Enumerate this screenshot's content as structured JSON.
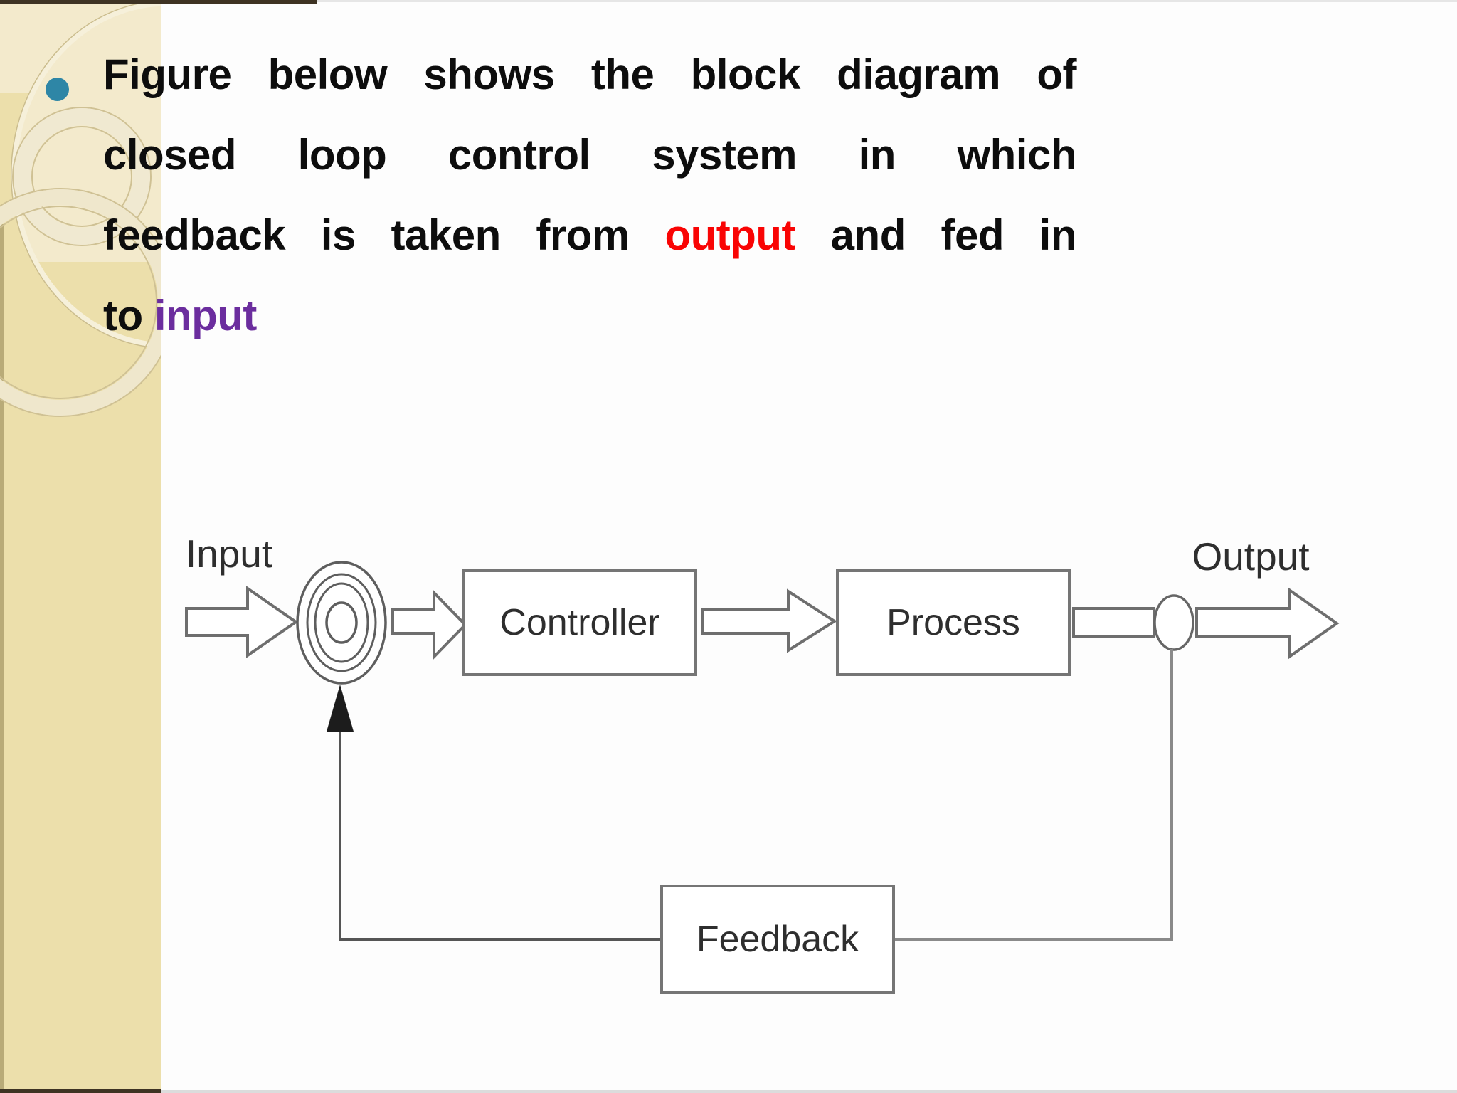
{
  "palette": {
    "text_black": "#0D0D0D",
    "highlight_red": "#F90404",
    "highlight_purple": "#6B2D9E",
    "bullet_teal": "#2E86A6",
    "diagram_label": "#2E2E2E",
    "sidebar_beige": "#ECDFAB",
    "box_border": "#757575"
  },
  "bullet": {
    "lines": [
      {
        "segments": [
          {
            "text": "Figure below shows the block diagram of",
            "color": "text_black"
          }
        ]
      },
      {
        "segments": [
          {
            "text": "closed loop control system in which",
            "color": "text_black"
          }
        ]
      },
      {
        "segments": [
          {
            "text": "feedback is taken from ",
            "color": "text_black"
          },
          {
            "text": "output",
            "color": "highlight_red"
          },
          {
            "text": " and fed in",
            "color": "text_black"
          }
        ]
      },
      {
        "segments": [
          {
            "text": "to ",
            "color": "text_black"
          },
          {
            "text": "input",
            "color": "highlight_purple"
          }
        ]
      }
    ]
  },
  "diagram": {
    "input_label": "Input",
    "output_label": "Output",
    "controller_label": "Controller",
    "process_label": "Process",
    "feedback_label": "Feedback"
  }
}
